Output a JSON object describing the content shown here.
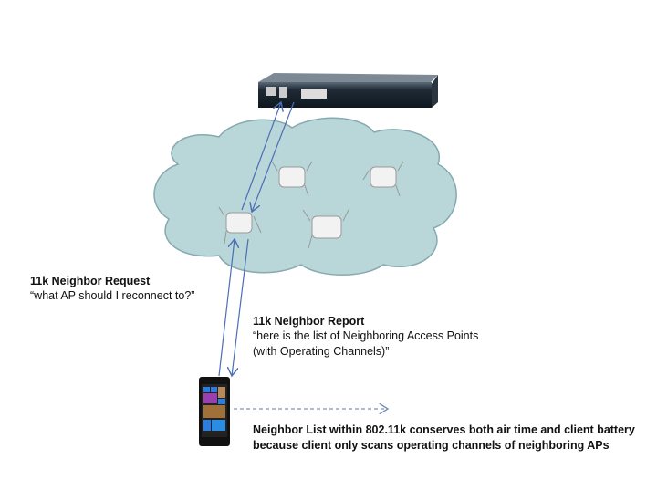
{
  "colors": {
    "cloud": "#b9d6d9",
    "cloud_border": "#86aab0",
    "arrow": "#4a6fb5",
    "text": "#111111"
  },
  "request": {
    "title": "11k Neighbor Request",
    "quote": "“what AP should I reconnect to?”"
  },
  "report": {
    "title": "11k Neighbor Report",
    "line1": "“here is the list of Neighboring Access Points",
    "line2": "(with Operating Channels)”"
  },
  "summary": {
    "line1": "Neighbor List within 802.11k  conserves both air time and client battery",
    "line2": "because client only scans operating channels of neighboring APs"
  },
  "icons": [
    "wireless-controller-icon",
    "access-point-icon",
    "smartphone-icon",
    "cloud-network-icon"
  ]
}
